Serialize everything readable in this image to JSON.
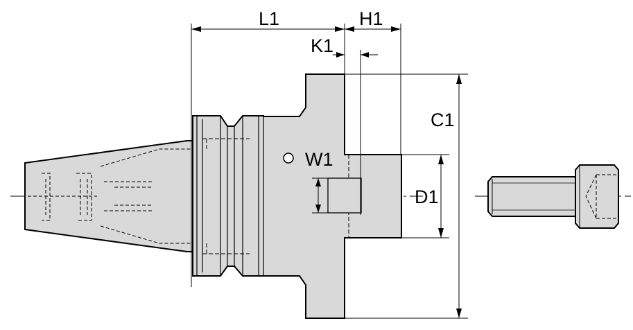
{
  "dimension_labels": {
    "l1": "L1",
    "h1": "H1",
    "k1": "K1",
    "c1": "C1",
    "w1": "W1",
    "d1": "D1"
  },
  "colors": {
    "body_fill": "#d9d9d9",
    "outline": "#000000",
    "hidden_line": "#000000",
    "background": "#ffffff"
  }
}
